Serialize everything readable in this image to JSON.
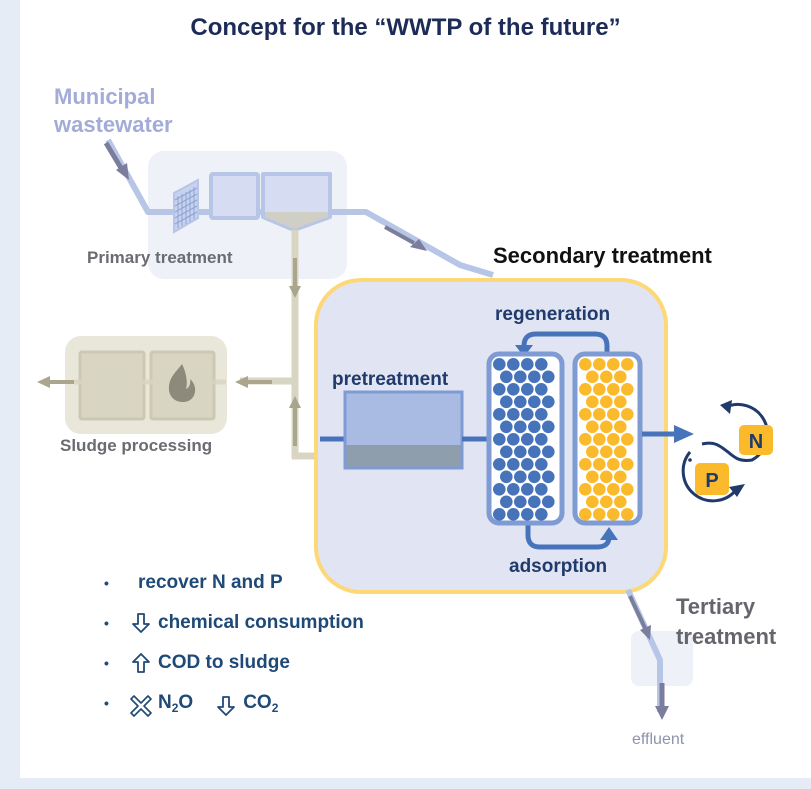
{
  "title": "Concept for the “WWTP of the future”",
  "labels": {
    "municipal_line1": "Municipal",
    "municipal_line2": "wastewater",
    "primary": "Primary treatment",
    "sludge": "Sludge processing",
    "secondary": "Secondary treatment",
    "regeneration": "regeneration",
    "pretreatment": "pretreatment",
    "adsorption": "adsorption",
    "tertiary_line1": "Tertiary",
    "tertiary_line2": "treatment",
    "effluent": "effluent",
    "nutrient_n": "N",
    "nutrient_p": "P"
  },
  "benefits": [
    {
      "icon": "none",
      "text": "recover N and P"
    },
    {
      "icon": "arrow-down-outline-icon",
      "text": "chemical consumption"
    },
    {
      "icon": "arrow-up-outline-icon",
      "text": "COD to sludge"
    },
    {
      "icon": "cross-outline-icon",
      "text": "N",
      "sub": "2",
      "text2": "O",
      "icon2": "arrow-down-outline-icon",
      "text3": "CO",
      "sub3": "2"
    }
  ],
  "bullet_char": "•",
  "colors": {
    "title": "#1d2c57",
    "pipe_blue": "#b7c6e6",
    "flow_arrow": "#7b7d9c",
    "sludge_pipe": "#d8d6c2",
    "sludge_arrow": "#a9a68d",
    "secondary_border": "#fcd877",
    "secondary_fill": "#e1e4f2",
    "adsorbent_blue": "#4773bb",
    "adsorbent_yellow": "#fbba2b",
    "dark_navy": "#1f3a6b"
  }
}
